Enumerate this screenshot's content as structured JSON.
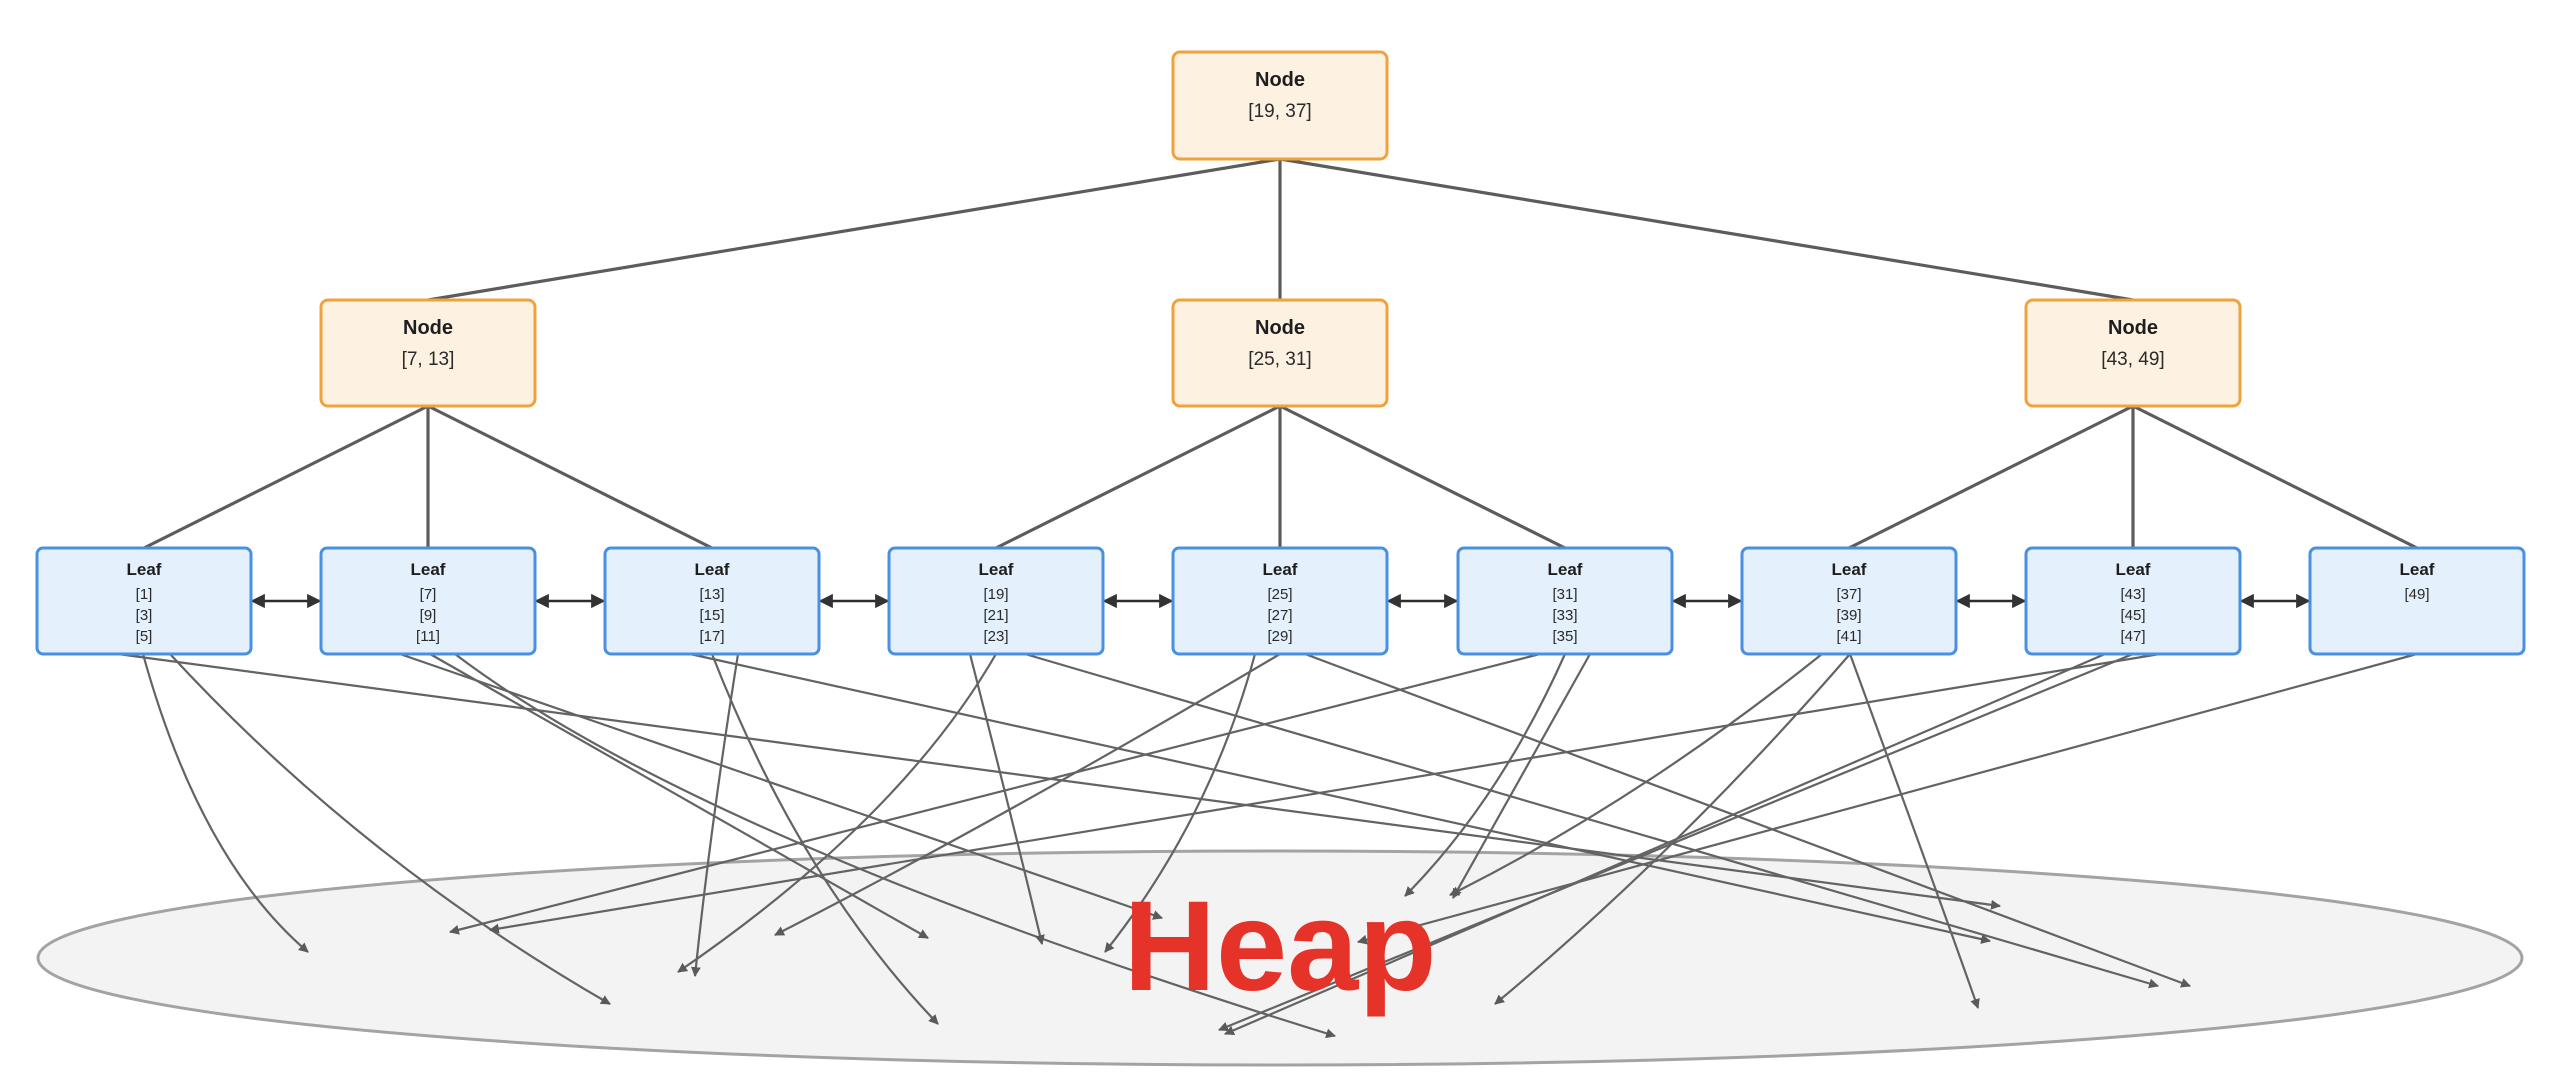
{
  "colors": {
    "node_fill": "#fdf2e1",
    "node_stroke": "#f0a23c",
    "leaf_fill": "#e4f0fb",
    "leaf_stroke": "#4a90e2",
    "edge": "#5c5c5c",
    "heap_fill": "#f3f3f3",
    "heap_stroke": "#a3a3a3",
    "heap_label": "#e5332a"
  },
  "root": {
    "title": "Node",
    "keys": "[19, 37]"
  },
  "internal_nodes": [
    {
      "title": "Node",
      "keys": "[7, 13]"
    },
    {
      "title": "Node",
      "keys": "[25, 31]"
    },
    {
      "title": "Node",
      "keys": "[43, 49]"
    }
  ],
  "leaves": [
    {
      "title": "Leaf",
      "keys": [
        "[1]",
        "[3]",
        "[5]"
      ]
    },
    {
      "title": "Leaf",
      "keys": [
        "[7]",
        "[9]",
        "[11]"
      ]
    },
    {
      "title": "Leaf",
      "keys": [
        "[13]",
        "[15]",
        "[17]"
      ]
    },
    {
      "title": "Leaf",
      "keys": [
        "[19]",
        "[21]",
        "[23]"
      ]
    },
    {
      "title": "Leaf",
      "keys": [
        "[25]",
        "[27]",
        "[29]"
      ]
    },
    {
      "title": "Leaf",
      "keys": [
        "[31]",
        "[33]",
        "[35]"
      ]
    },
    {
      "title": "Leaf",
      "keys": [
        "[37]",
        "[39]",
        "[41]"
      ]
    },
    {
      "title": "Leaf",
      "keys": [
        "[43]",
        "[45]",
        "[47]"
      ]
    },
    {
      "title": "Leaf",
      "keys": [
        "[49]"
      ]
    }
  ],
  "heap": {
    "label": "Heap"
  }
}
